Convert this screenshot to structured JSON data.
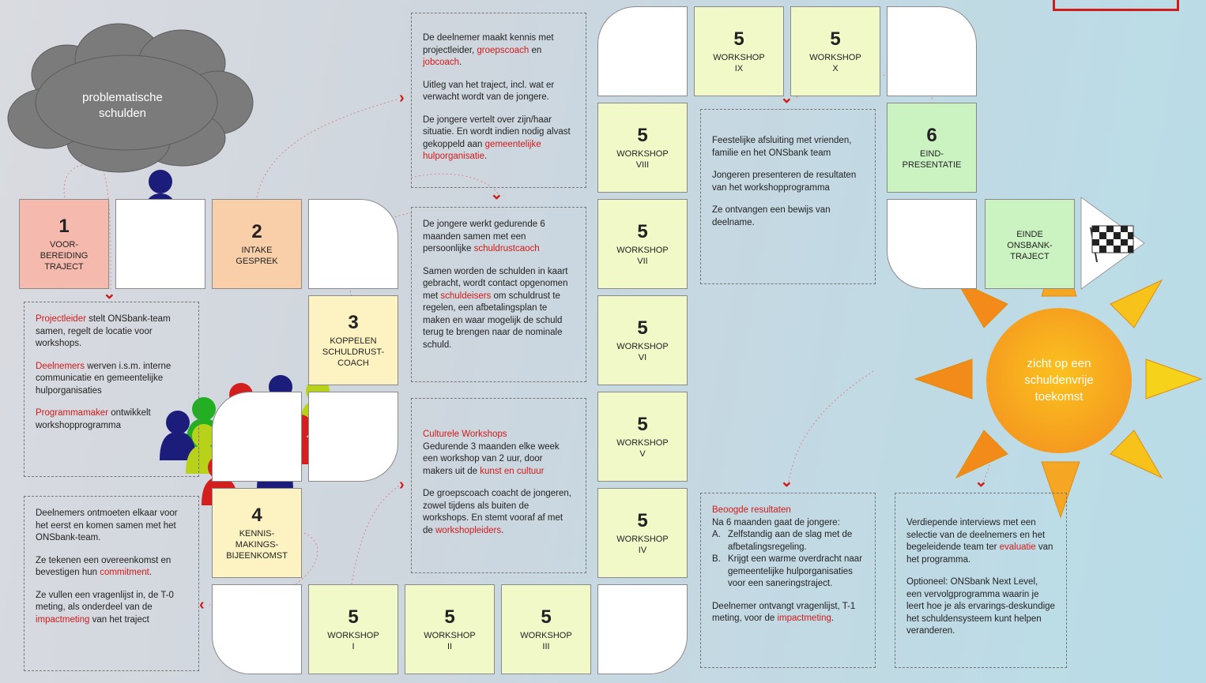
{
  "colors": {
    "red": "#d11a1a",
    "salmon": "#f6b9ad",
    "peach": "#f9cfa9",
    "yellow": "#fdf3c2",
    "lightgreen": "#f1f9c9",
    "green": "#cbf3c2",
    "sun": "#f5b31d"
  },
  "cloud": {
    "text": "problematische schulden"
  },
  "tiles": {
    "t1": {
      "num": "1",
      "label": "VOOR-\nBEREIDING\nTRAJECT"
    },
    "t2": {
      "num": "2",
      "label": "INTAKE\nGESPREK"
    },
    "t3": {
      "num": "3",
      "label": "KOPPELEN\nSCHULDRUST-\nCOACH"
    },
    "t4": {
      "num": "4",
      "label": "KENNIS-\nMAKINGS-\nBIJEENKOMST"
    },
    "w1": {
      "num": "5",
      "label": "WORKSHOP\nI"
    },
    "w2": {
      "num": "5",
      "label": "WORKSHOP\nII"
    },
    "w3": {
      "num": "5",
      "label": "WORKSHOP\nIII"
    },
    "w4": {
      "num": "5",
      "label": "WORKSHOP\nIV"
    },
    "w5": {
      "num": "5",
      "label": "WORKSHOP\nV"
    },
    "w6": {
      "num": "5",
      "label": "WORKSHOP\nVI"
    },
    "w7": {
      "num": "5",
      "label": "WORKSHOP\nVII"
    },
    "w8": {
      "num": "5",
      "label": "WORKSHOP\nVIII"
    },
    "w9": {
      "num": "5",
      "label": "WORKSHOP\nIX"
    },
    "w10": {
      "num": "5",
      "label": "WORKSHOP\nX"
    },
    "t6": {
      "num": "6",
      "label": "EIND-\nPRESENTATIE"
    },
    "end": {
      "label": "EINDE\nONSBANK-\nTRAJECT"
    }
  },
  "sun": {
    "text": "zicht op een schuldenvrije toekomst"
  },
  "boxes": {
    "b1": {
      "p1_red": "Projectleider",
      "p1": " stelt ONSbank-team samen, regelt de locatie voor workshops.",
      "p2_red": "Deelnemers",
      "p2": " werven i.s.m. interne communicatie en gemeentelijke hulporganisaties",
      "p3_red": "Programmamaker",
      "p3": " ontwikkelt workshopprogramma"
    },
    "b2": {
      "p1": "Deelnemers ontmoeten elkaar voor het eerst en komen samen met het ONSbank-team.",
      "p2a": "Ze tekenen een overeenkomst en bevestigen hun ",
      "p2_red": "commitment",
      "p3a": "Ze vullen een vragenlijst in, de T-0 meting, als onderdeel van de ",
      "p3_red": "impactmeting",
      "p3b": " van het traject"
    },
    "b3": {
      "p1a": "De deelnemer maakt kennis met projectleider, ",
      "p1_red1": "groepscoach",
      "p1b": " en ",
      "p1_red2": "jobcoach",
      "p2": "Uitleg van het traject, incl. wat er verwacht wordt van de jongere.",
      "p3a": "De jongere vertelt over zijn/haar situatie. En wordt indien nodig alvast gekoppeld aan ",
      "p3_red": "gemeentelijke hulporganisatie"
    },
    "b4": {
      "p1a": "De jongere werkt gedurende 6 maanden samen met een persoonlijke ",
      "p1_red": "schuldrustcaoch",
      "p2a": "Samen worden de schulden in kaart gebracht, wordt contact opgenomen met ",
      "p2_red": "schuldeisers",
      "p2b": " om schuldrust te regelen, een afbetalingsplan te maken en waar mogelijk de schuld terug te brengen naar de nominale schuld."
    },
    "b5": {
      "title_red": "Culturele Workshops",
      "p1a": "Gedurende 3 maanden elke week een workshop van 2 uur, door makers uit de ",
      "p1_red": "kunst en cultuur",
      "p2a": "De groepscoach coacht de jongeren, zowel tijdens als buiten de workshops. En stemt vooraf af met de ",
      "p2_red": "workshopleiders"
    },
    "b6": {
      "p1": "Feestelijke afsluiting met vrienden, familie en het ONSbank team",
      "p2": "Jongeren presenteren de resultaten van het workshopprogramma",
      "p3": "Ze ontvangen een bewijs van deelname."
    },
    "b7": {
      "title_red": "Beoogde resultaten",
      "intro": "Na 6 maanden gaat de jongere:",
      "a_mark": "A.",
      "a": "Zelfstandig aan de slag met de afbetalingsregeling.",
      "b_mark": "B.",
      "b": "Krijgt een warme overdracht naar gemeentelijke hulporganisaties voor een saneringstraject.",
      "p3a": "Deelnemer ontvangt vragenlijst, T-1 meting, voor de ",
      "p3_red": "impactmeting"
    },
    "b8": {
      "p1a": "Verdiepende interviews met een selectie van de deelnemers en het begeleidende team ter ",
      "p1_red": "evaluatie",
      "p1b": " van het programma.",
      "p2": "Optioneel: ONSbank Next Level, een vervolgprogramma waarin je leert hoe je als ervarings-deskundige het schuldensysteem kunt helpen veranderen."
    }
  },
  "punct": {
    "dot": ".",
    "comma": ","
  }
}
